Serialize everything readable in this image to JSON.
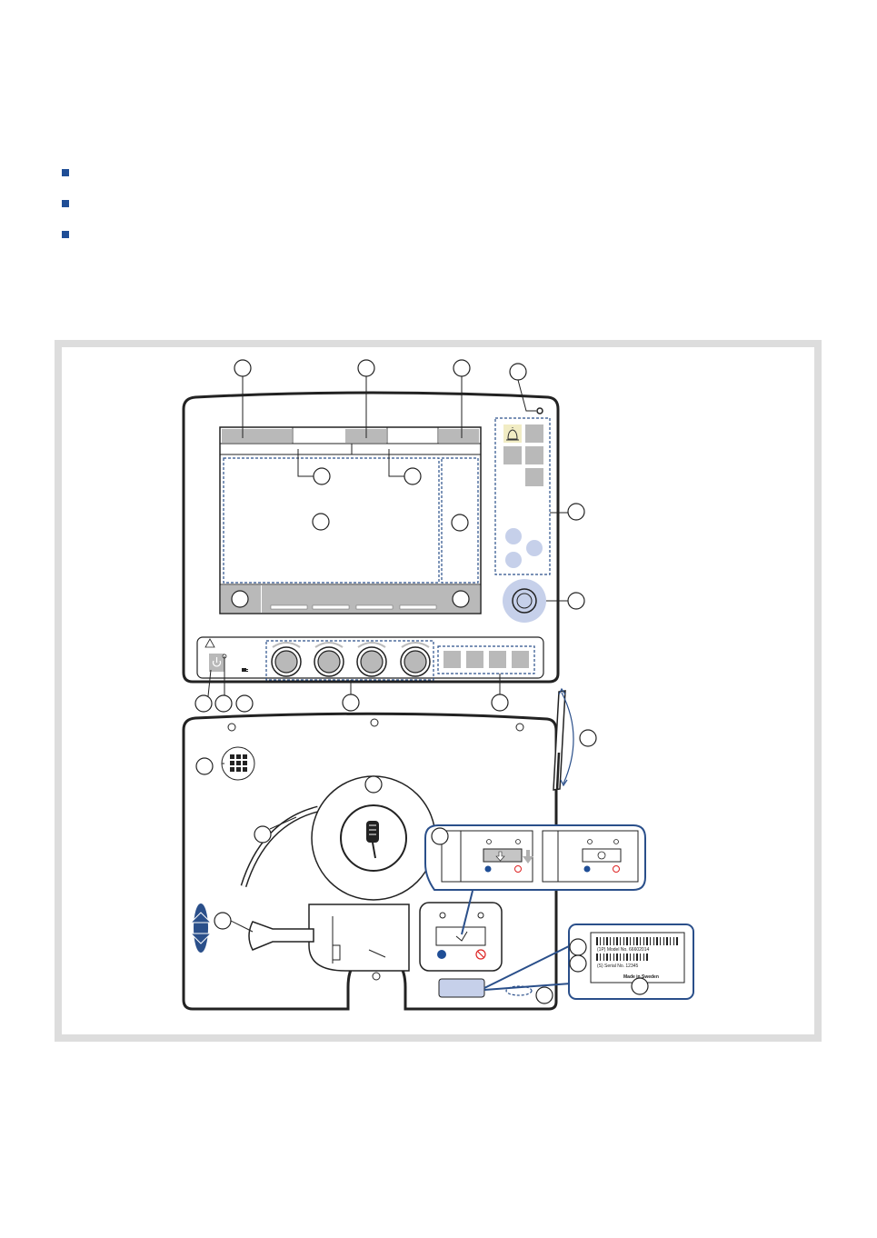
{
  "colors": {
    "bullet": "#1f4e96",
    "frame": "#dddddd",
    "outline": "#222222",
    "callout_blue": "#2a4f8a",
    "panel_grey": "#b9b9b9",
    "knob_blue": "#c6d0ea"
  },
  "bullets": [
    {
      "icon": "square-bullet-icon"
    },
    {
      "icon": "square-bullet-icon"
    },
    {
      "icon": "square-bullet-icon"
    }
  ],
  "labels": {
    "model_text": "(1P) Model No. 66602014",
    "serial_text": "(S) Serial No. 12345",
    "origin_text": "Made in Sweden"
  },
  "icons": [
    "alarm-silence-icon",
    "warning-triangle-icon",
    "power-icon",
    "mains-plug-icon",
    "keypad-grid-icon",
    "arrow-down-icon",
    "lung-icon",
    "no-entry-icon",
    "barcode-icon"
  ]
}
